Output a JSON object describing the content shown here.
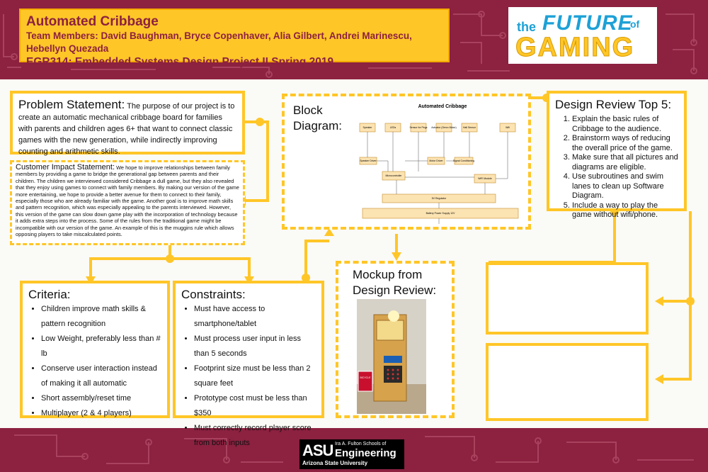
{
  "header": {
    "title": "Automated Cribbage",
    "members": "Team Members: David Baughman, Bryce Copenhaver, Alia Gilbert, Andrei Marinescu, Hebellyn Quezada",
    "course": "EGR314: Embedded Systems Design Project II Spring 2019"
  },
  "logo": {
    "the": "the",
    "future": "FUTURE",
    "of": "of",
    "gaming": "GAMING"
  },
  "problem": {
    "heading": "Problem Statement:",
    "text": "The purpose of our project is to create an automatic mechanical cribbage board for families with parents and children ages 6+ that want to connect classic games with the new generation, while indirectly improving counting and arithmetic skills."
  },
  "impact": {
    "heading": "Customer Impact Statement:",
    "text": "We hope to improve relationships between family members by providing a game to bridge the generational gap between parents and their children. The children we interviewed considered Cribbage a dull game, but they also revealed that they enjoy using games to connect with family members. By making our version of the game more entertaining, we hope to provide a better avenue for them to connect to their family, especially  those who are already familiar with the game. Another goal is to improve math skills and pattern recognition, which was especially appealing to the parents interviewed. However, this version of the game can slow down game play with the incorporation of technology because it adds extra steps into the process.  Some of the rules from the traditional game might be incompatible with our version of the game. An example of this is the muggins rule which allows opposing players to take miscalculated points."
  },
  "block": {
    "heading1": "Block",
    "heading2": "Diagram:",
    "diagram_title": "Automated Cribbage",
    "nodes": [
      "Speaker",
      "LEDs",
      "Sensor for Pegs",
      "Actuator (Servo Motor)",
      "Hall Sensor",
      "Wifi",
      "Speaker Driver",
      "Motor Driver",
      "Signal Conditioning",
      "Microcontroller",
      "WiFi Module",
      "5V Regulator",
      "Battery Power Supply 12V"
    ]
  },
  "design_review": {
    "heading": "Design Review Top 5:",
    "items": [
      "Explain the basic rules of Cribbage to the audience.",
      "Brainstorm ways of  reducing the overall price of the game.",
      "Make sure that all pictures and diagrams are eligible.",
      "Use subroutines and swim lanes to clean up Software Diagram.",
      "Include a way to play the game without wifi/phone."
    ]
  },
  "criteria": {
    "heading": "Criteria:",
    "items": [
      "Children improve math skills & pattern recognition",
      "Low Weight, preferably less than # lb",
      "Conserve user interaction instead of making it all automatic",
      "Short assembly/reset time",
      "Multiplayer (2 & 4 players)"
    ]
  },
  "constraints": {
    "heading": "Constraints:",
    "items": [
      "Must have access to smartphone/tablet",
      "Must process user input in less than 5 seconds",
      "Footprint size must be less than 2 square feet",
      "Prototype cost must be less than $350",
      "Must correctly record player score from both inputs"
    ]
  },
  "mockup": {
    "heading1": "Mockup from",
    "heading2": "Design Review:",
    "card_label": "BICYCLE"
  },
  "footer": {
    "asu": "ASU",
    "school": "Ira A. Fulton Schools of",
    "eng": "Engineering",
    "univ": "Arizona State University"
  },
  "colors": {
    "maroon": "#8c2140",
    "gold": "#ffc627"
  }
}
